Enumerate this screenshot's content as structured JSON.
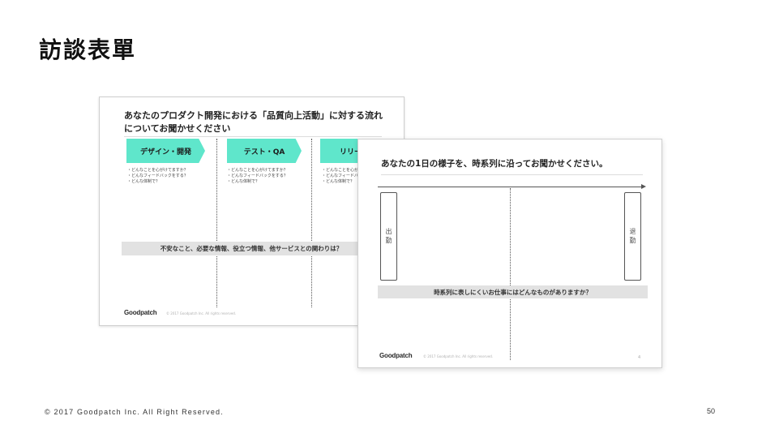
{
  "page": {
    "title": "訪談表單",
    "copyright": "© 2017 Goodpatch Inc. All Right Reserved.",
    "page_number": "50"
  },
  "slide_back": {
    "title": "あなたのプロダクト開発における「品質向上活動」に対する流れについてお聞かせください",
    "phases": [
      {
        "label": "デザイン・開発",
        "questions": [
          "・どんなことを心がけてますか？",
          "・どんなフィードバックをする？",
          "・どんな体制で？"
        ]
      },
      {
        "label": "テスト・QA",
        "questions": [
          "・どんなことを心がけてますか？",
          "・どんなフィードバックをする？",
          "・どんな体制で？"
        ]
      },
      {
        "label": "リリー",
        "questions": [
          "・どんなことを心がけ",
          "・どんなフィードバ",
          "・どんな体制で？"
        ]
      }
    ],
    "band_text": "不安なこと、必要な情報、役立つ情報、他サービスとの関わりは？",
    "logo_text": "Goodpatch",
    "copyright": "© 2017 Goodpatch Inc. All rights reserved."
  },
  "slide_front": {
    "title": "あなたの1日の様子を、時系列に沿ってお聞かせください。",
    "start_label": "出勤",
    "end_label": "退勤",
    "band_text": "時系列に表しにくいお仕事にはどんなものがありますか？",
    "logo_text": "Goodpatch",
    "copyright": "© 2017 Goodpatch Inc. All rights reserved.",
    "page_number": "4"
  },
  "colors": {
    "chevron": "#5fe6cb",
    "band": "#e2e2e2",
    "logo_accent": "#2e9bd6"
  }
}
